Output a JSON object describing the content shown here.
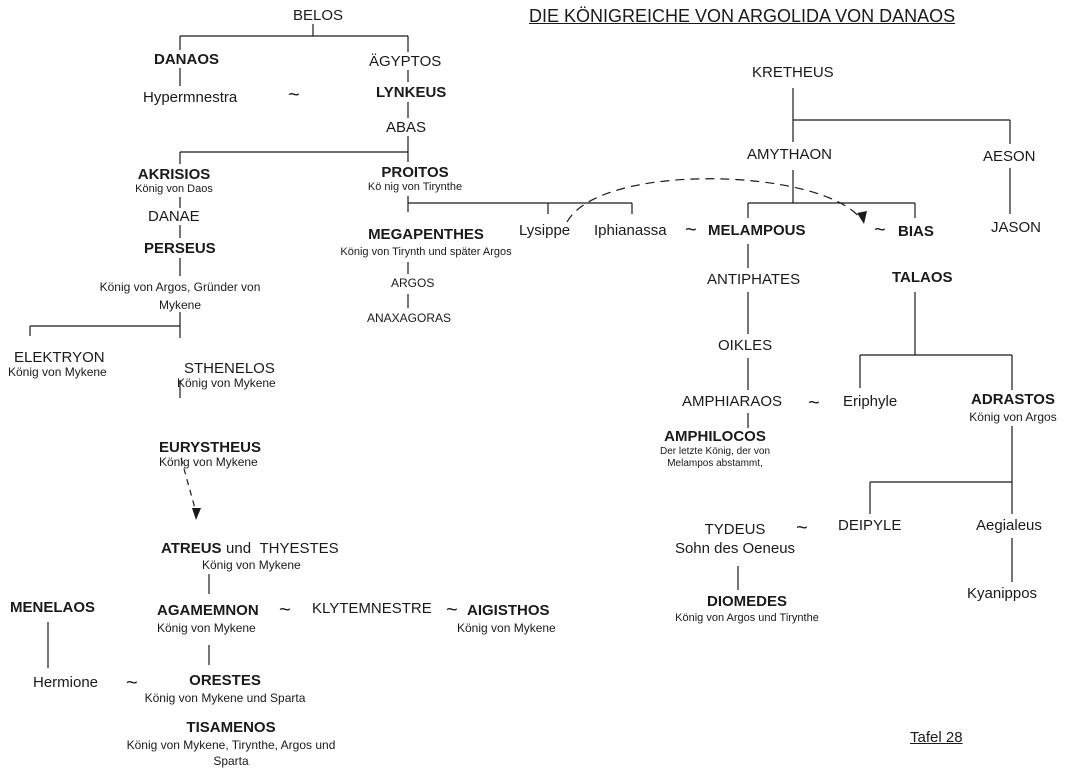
{
  "title": "DIE KÖNIGREICHE VON ARGOLIDA VON DANAOS",
  "plate": "Tafel  28",
  "tilde": "~",
  "persons": {
    "belos": "BELOS",
    "danaos": "DANAOS",
    "agyptos": "ÄGYPTOS",
    "hypermnestra": "Hypermnestra",
    "lynkeus": "LYNKEUS",
    "abas": "ABAS",
    "akrisios": {
      "name": "AKRISIOS",
      "title": "König von Daos"
    },
    "proitos": {
      "name": "PROITOS",
      "title": "Kö nig von Tirynthe"
    },
    "danae": "DANAE",
    "perseus": {
      "name": "PERSEUS",
      "title": "König von Argos, Gründer von Mykene"
    },
    "megapenthes": {
      "name": "MEGAPENTHES",
      "title": "König von Tirynth und später  Argos"
    },
    "argos": "ARGOS",
    "anaxagoras": "ANAXAGORAS",
    "lysippe": "Lysippe",
    "iphianassa": "Iphianassa",
    "melampous": "MELAMPOUS",
    "bias": "BIAS",
    "kretheus": "KRETHEUS",
    "amythaon": "AMYTHAON",
    "aeson": "AESON",
    "jason": "JASON",
    "antiphates": "ANTIPHATES",
    "talaos": "TALAOS",
    "oikles": "OIKLES",
    "amphiaraos": "AMPHIARAOS",
    "eriphyle": "Eriphyle",
    "adrastos": {
      "name": "ADRASTOS",
      "title": "König von Argos"
    },
    "amphilocos": {
      "name": "AMPHILOCOS",
      "note": "Der letzte König, der von Melampos abstammt,"
    },
    "elektryon": {
      "name": "ELEKTRYON",
      "title": "König von Mykene"
    },
    "sthenelos": {
      "name": "STHENELOS",
      "title": "König von Mykene"
    },
    "eurystheus": {
      "name": "EURYSTHEUS",
      "title": "König von Mykene"
    },
    "atreus": {
      "name": "ATREUS",
      "conj": "und",
      "name2": "THYESTES",
      "title": "König von Mykene"
    },
    "menelaos": "MENELAOS",
    "agamemnon": {
      "name": "AGAMEMNON",
      "title": "König von Mykene"
    },
    "klytemnestre": "KLYTEMNESTRE",
    "aigisthos": {
      "name": "AIGISTHOS",
      "title": "König von Mykene"
    },
    "hermione": "Hermione",
    "orestes": {
      "name": "ORESTES",
      "title": "König von Mykene und Sparta"
    },
    "tisamenos": {
      "name": "TISAMENOS",
      "title": "König von Mykene, Tirynthe, Argos und Sparta"
    },
    "tydeus": {
      "name": "TYDEUS",
      "title": "Sohn des Oeneus"
    },
    "deipyle": "DEIPYLE",
    "aegialeus": "Aegialeus",
    "kyanippos": "Kyanippos",
    "diomedes": {
      "name": "DIOMEDES",
      "title": "König von Argos und Tirynthe"
    }
  }
}
